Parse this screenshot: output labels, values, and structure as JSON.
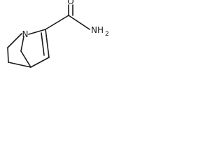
{
  "molecule": {
    "atoms": {
      "nitrogen_ring": "N",
      "oxygen": "O",
      "amide_nitrogen": "NH",
      "amide_h_subscript": "2"
    },
    "colors": {
      "bond": "#1a1a1a",
      "label": "#1a1a1a",
      "background": "#ffffff"
    }
  }
}
